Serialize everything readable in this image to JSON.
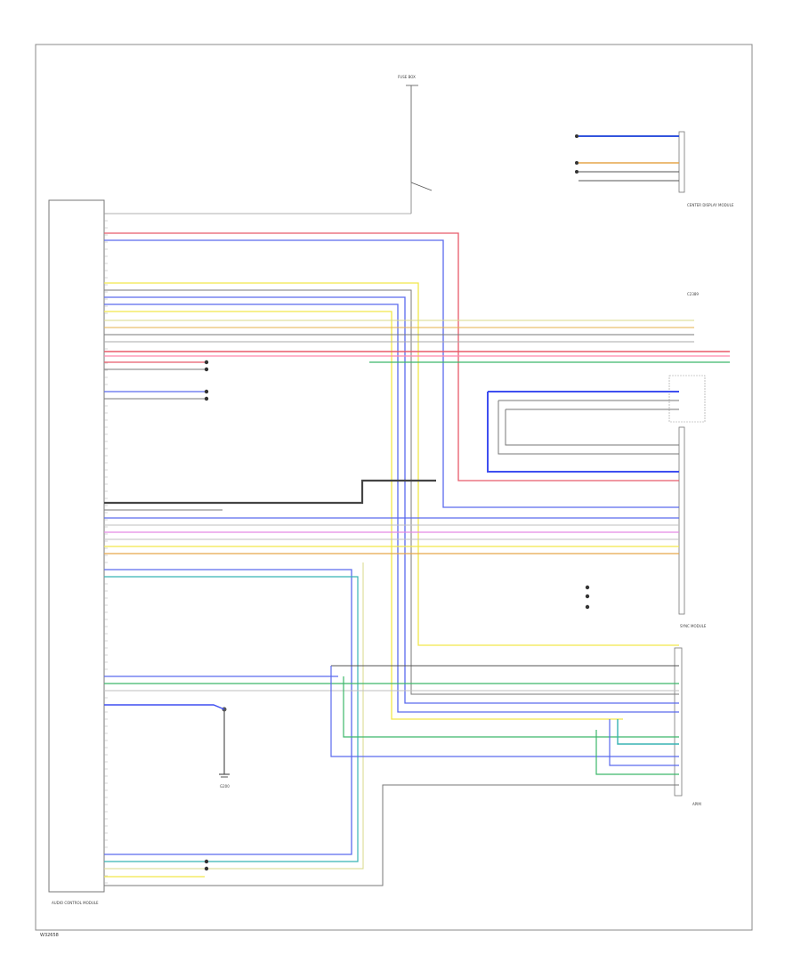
{
  "diagram": {
    "figure_code": "W32658",
    "components": {
      "left_module": "AUDIO CONTROL MODULE",
      "right_top_module": "CENTER DISPLAY MODULE",
      "right_mid_connector": "C2389",
      "right_mid_module": "SYNC MODULE",
      "right_bottom_module": "APIM",
      "fuse_box": "FUSE BOX",
      "ground": "G200"
    }
  }
}
